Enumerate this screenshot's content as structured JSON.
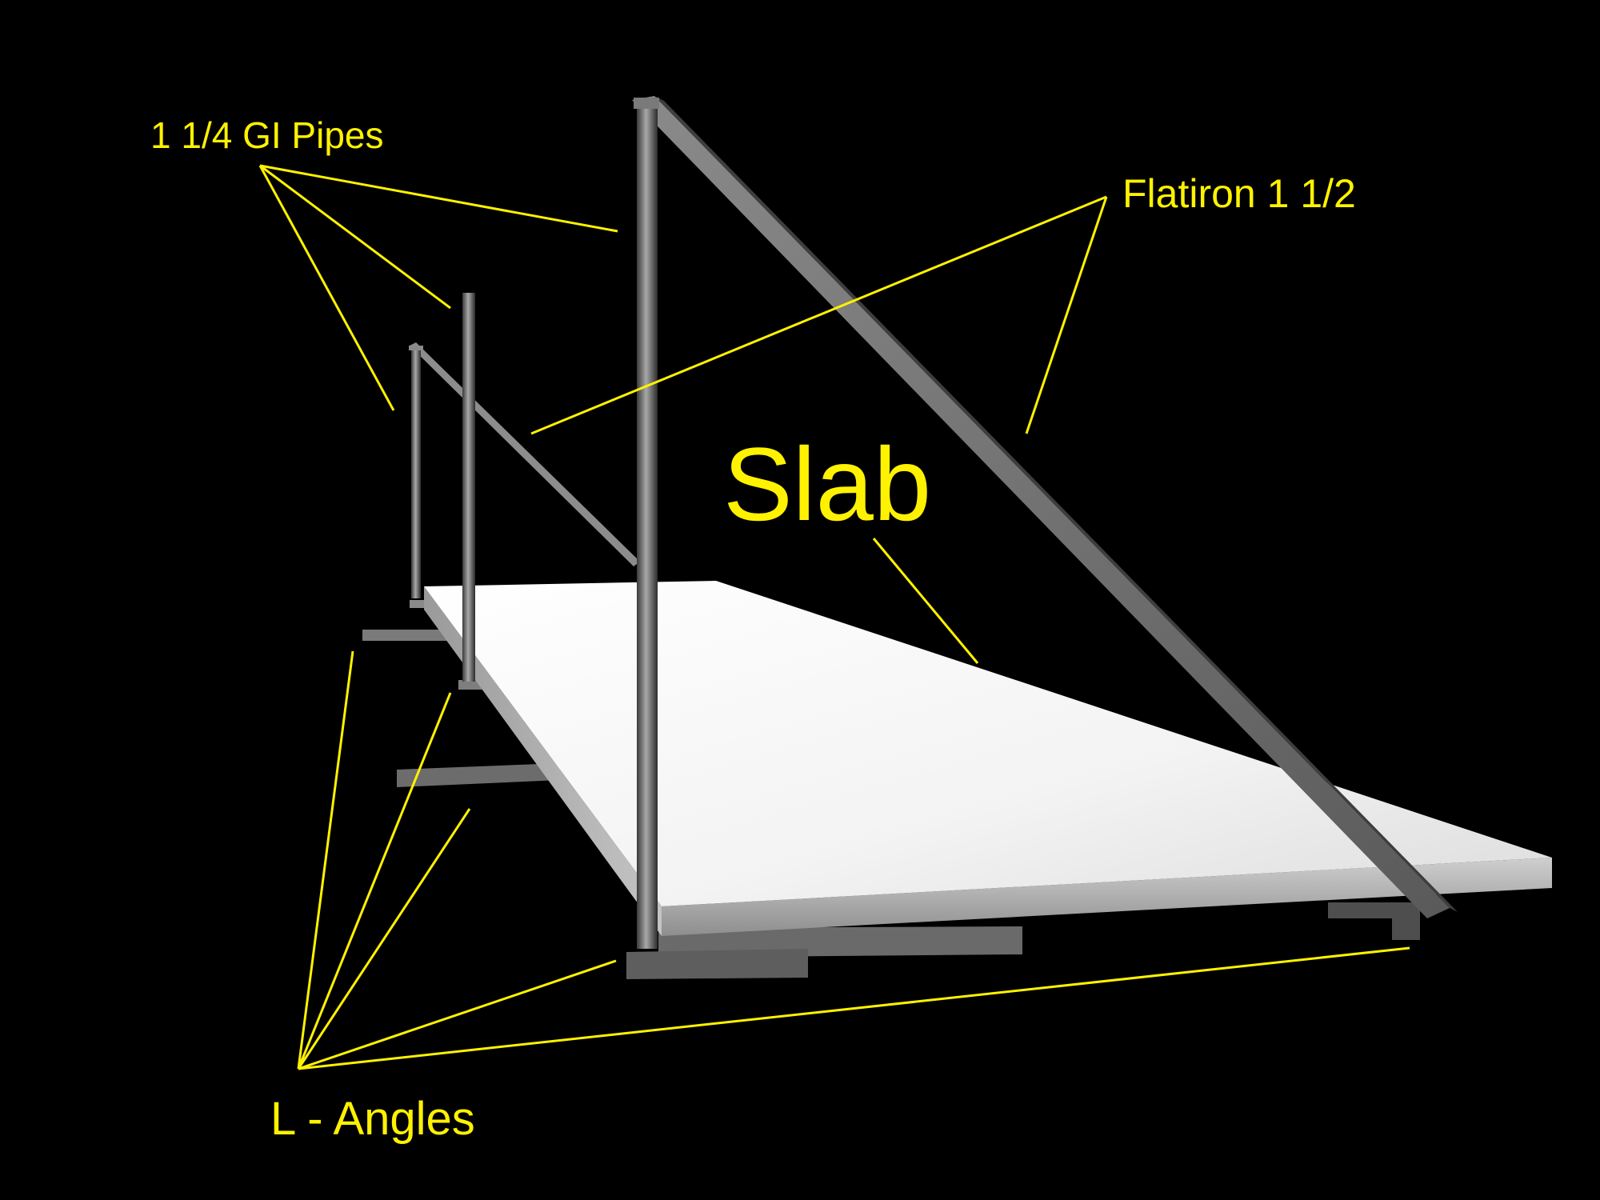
{
  "labels": {
    "pipes": "1 1/4 GI Pipes",
    "flatiron": "Flatiron 1 1/2",
    "slab": "Slab",
    "angles": "L - Angles"
  },
  "colors": {
    "background": "#000000",
    "label": "#FFF200",
    "slab_top": "#F2F2F2",
    "steel": "#6E6E6E"
  }
}
